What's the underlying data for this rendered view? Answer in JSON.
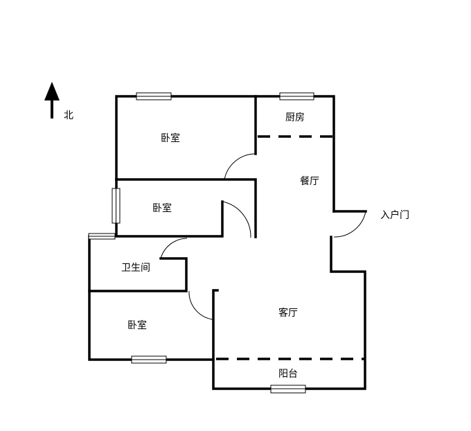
{
  "compass": {
    "north_label": "北"
  },
  "rooms": {
    "bedroom_north": "卧室",
    "kitchen": "厨房",
    "dining": "餐厅",
    "bedroom_middle": "卧室",
    "bathroom": "卫生间",
    "living": "客厅",
    "bedroom_south": "卧室",
    "balcony": "阳台"
  },
  "entrance_label": "入户门"
}
